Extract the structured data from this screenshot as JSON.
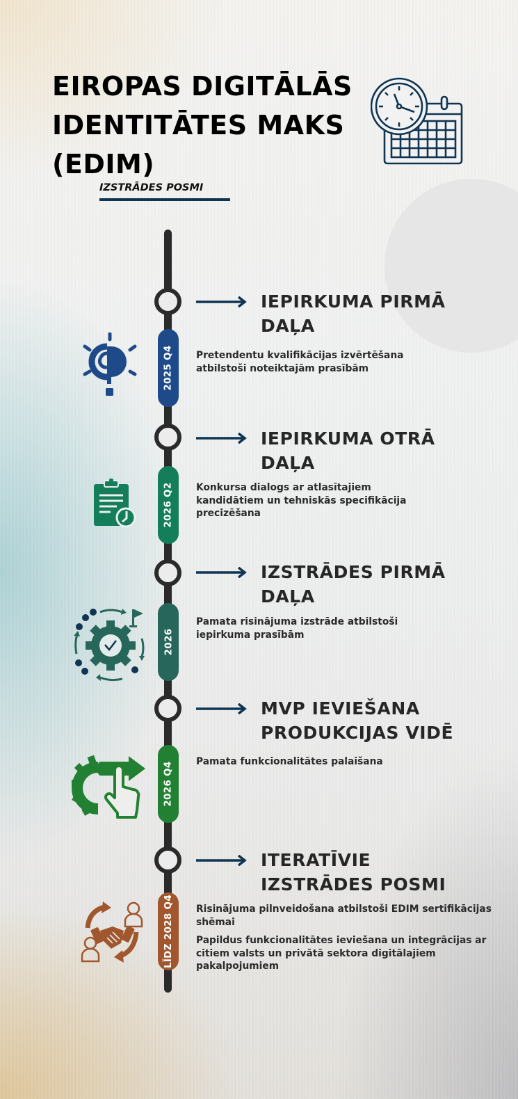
{
  "header": {
    "title_lines": [
      "EIROPAS DIGITĀLĀS",
      "IDENTITĀTES MAKS",
      "(EDIM)"
    ],
    "subtitle": "IZSTRĀDES POSMI",
    "header_icon": "clock-calendar-icon",
    "accent_color": "#0f3552"
  },
  "timeline": {
    "spine_color": "#2a2a2a",
    "arrow_color": "#0f3552",
    "stages": [
      {
        "period": "2025 Q4",
        "color": "#1f4a8a",
        "icon": "lightbulb-question-icon",
        "heading_lines": [
          "IEPIRKUMA PIRMĀ",
          "DAĻA"
        ],
        "descriptions": [
          "Pretendentu kvalifikācijas izvērtēšana atbilstoši noteiktajām prasībām"
        ]
      },
      {
        "period": "2026 Q2",
        "color": "#147d5a",
        "icon": "clipboard-clock-icon",
        "heading_lines": [
          "IEPIRKUMA OTRĀ",
          "DAĻA"
        ],
        "descriptions": [
          "Konkursa dialogs ar atlasītajiem kandidātiem un tehniskās specifikācija precizēšana"
        ]
      },
      {
        "period": "2026",
        "color": "#27665a",
        "icon": "gear-check-cycle-icon",
        "heading_lines": [
          "IZSTRĀDES PIRMĀ",
          "DAĻA"
        ],
        "descriptions": [
          "Pamata risinājuma izstrāde atbilstoši iepirkuma prasībām"
        ]
      },
      {
        "period": "2026 Q4",
        "color": "#228033",
        "icon": "gear-hand-launch-icon",
        "heading_lines": [
          "MVP IEVIEŠANA",
          "PRODUKCIJAS VIDĒ"
        ],
        "descriptions": [
          "Pamata funkcionalitātes palaišana"
        ]
      },
      {
        "period": "LĪDZ 2028 Q4",
        "color": "#a0572e",
        "icon": "handshake-cycle-icon",
        "heading_lines": [
          "ITERATĪVIE",
          "IZSTRĀDES POSMI"
        ],
        "descriptions": [
          "Risinājuma pilnveidošana atbilstoši EDIM sertifikācijas shēmai",
          "Papildus funkcionalitātes ieviešana un integrācijas ar citiem valsts un privātā sektora digitālajiem pakalpojumiem"
        ]
      }
    ]
  }
}
